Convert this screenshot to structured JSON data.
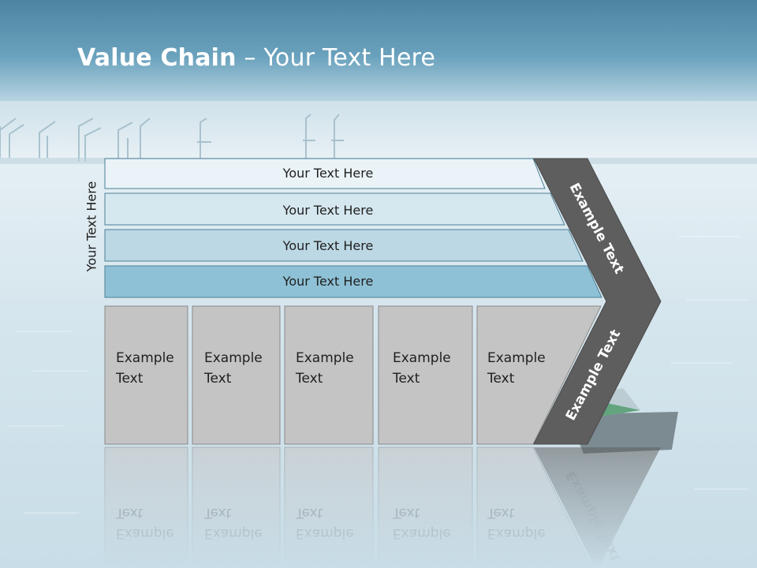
{
  "title": {
    "bold": "Value Chain",
    "rest": " – Your Text Here"
  },
  "side_label": "Your Text Here",
  "bars": [
    {
      "label": "Your Text Here",
      "color": "#eaf3f8"
    },
    {
      "label": "Your Text Here",
      "color": "#d5e7ef"
    },
    {
      "label": "Your Text Here",
      "color": "#bcd8e4"
    },
    {
      "label": "Your Text Here",
      "color": "#8ec1d5"
    }
  ],
  "boxes": [
    {
      "line1": "Example",
      "line2": "Text"
    },
    {
      "line1": "Example",
      "line2": "Text"
    },
    {
      "line1": "Example",
      "line2": "Text"
    },
    {
      "line1": "Example",
      "line2": "Text"
    },
    {
      "line1": "Example",
      "line2": "Text"
    }
  ],
  "chevron": {
    "top_label": "Example Text",
    "bottom_label": "Example Text",
    "color": "#5e5e5e"
  },
  "colors": {
    "box_fill": "#c4c4c4",
    "box_stroke": "#8a8a8a",
    "bar_stroke": "#4f7f97",
    "sky_top": "#4f87a4",
    "water": "#dbe9f0"
  }
}
